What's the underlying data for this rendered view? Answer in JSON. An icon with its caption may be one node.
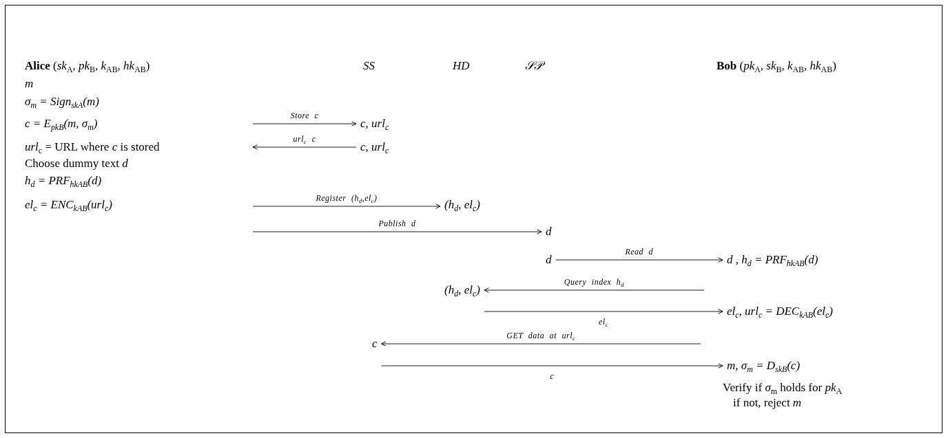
{
  "diagram": {
    "nodes": [
      {
        "text": [
          "c, url$_{c}$"
        ]
      },
      {
        "text": [
          "c, url$_{c}$"
        ]
      },
      {
        "text": [
          "(h$_{d}$, el$_{c}$)"
        ]
      },
      {
        "text": [
          "d"
        ]
      },
      {
        "text": [
          "d"
        ]
      },
      {
        "text": [
          "d , h$_{d}$ = PRF$_{hkAB}$(d)"
        ]
      },
      {
        "text": [
          "(h$_{d}$, el$_{c}$)"
        ]
      },
      {
        "text": [
          "el$_{c}$, url$_{c}$ = DEC$_{kAB}$(el$_{c}$)"
        ]
      },
      {
        "text": [
          "c"
        ]
      },
      {
        "text": [
          "m, σ$_{m}$ = D$_{skB}$(c)"
        ]
      }
    ],
    "edges": [
      {
        "from": null,
        "to": 0,
        "arrow": "to",
        "label": "Store c"
      },
      {
        "from": 1,
        "to": null,
        "arrow": "to",
        "label": "url$_{c}$ c"
      },
      {
        "from": null,
        "to": 2,
        "arrow": "to",
        "label": "Register (h$_{d}$,el$_{c}$)"
      },
      {
        "from": null,
        "to": 3,
        "arrow": "to",
        "label": "Publish d"
      },
      {
        "from": 4,
        "to": 5,
        "arrow": "to",
        "label": "Read d"
      },
      {
        "from": null,
        "to": 6,
        "arrow": "to",
        "label": "Query index h$_{d}$"
      },
      {
        "from": 6,
        "to": 7,
        "arrow": "to",
        "label": "el$_{c}$"
      },
      {
        "from": null,
        "to": 8,
        "arrow": "to",
        "label": "GET data at url$_{c}$"
      },
      {
        "from": 8,
        "to": 9,
        "arrow": "to",
        "label": "c"
      }
    ],
    "labels": [
      "**Alice** (*sk*$_{A}$, *pk*$_{B}$, *k*$_{AB}$, *hk*$_{AB}$)",
      "SS",
      "HD",
      "𝒮𝒫",
      "**Bob** (*pk*$_{A}$, *sk*$_{B}$, *k*$_{AB}$, *hk*$_{AB}$)",
      "*m*",
      "σ$_{m}$ = Sign$_{skA}$(m)",
      "c = E$_{pkB}$(m, σ$_{m}$)",
      "*url*$_{c}$ = URL where *c* is stored",
      "Choose dummy text *d*",
      "h$_{d}$ = PRF$_{hkAB}$(d)",
      "el$_{c}$ = ENC$_{kAB}$(url$_{c}$)",
      "Verify if *σ*$_{m}$ holds for *pk*$_{A}$",
      "if not, reject *m*"
    ]
  }
}
